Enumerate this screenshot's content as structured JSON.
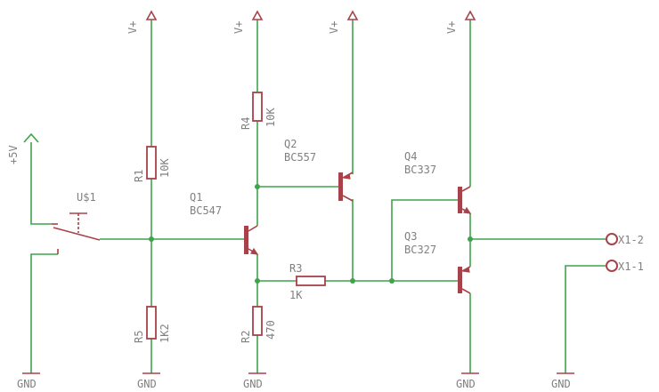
{
  "diagram": {
    "supply_labels": {
      "vplus": "V+",
      "plus5v": "+5V",
      "gnd": "GND"
    },
    "components": {
      "r1": {
        "name": "R1",
        "value": "10K"
      },
      "r2": {
        "name": "R2",
        "value": "470"
      },
      "r3": {
        "name": "R3",
        "value": "1K"
      },
      "r4": {
        "name": "R4",
        "value": "10K"
      },
      "r5": {
        "name": "R5",
        "value": "1K2"
      },
      "q1": {
        "name": "Q1",
        "value": "BC547"
      },
      "q2": {
        "name": "Q2",
        "value": "BC557"
      },
      "q3": {
        "name": "Q3",
        "value": "BC327"
      },
      "q4": {
        "name": "Q4",
        "value": "BC337"
      },
      "s1": {
        "name": "U$1"
      }
    },
    "connectors": {
      "x1_1": "X1-1",
      "x1_2": "X1-2"
    },
    "colors": {
      "wire": "#3fa34d",
      "symbol": "#a8424a",
      "label": "#808080"
    }
  }
}
